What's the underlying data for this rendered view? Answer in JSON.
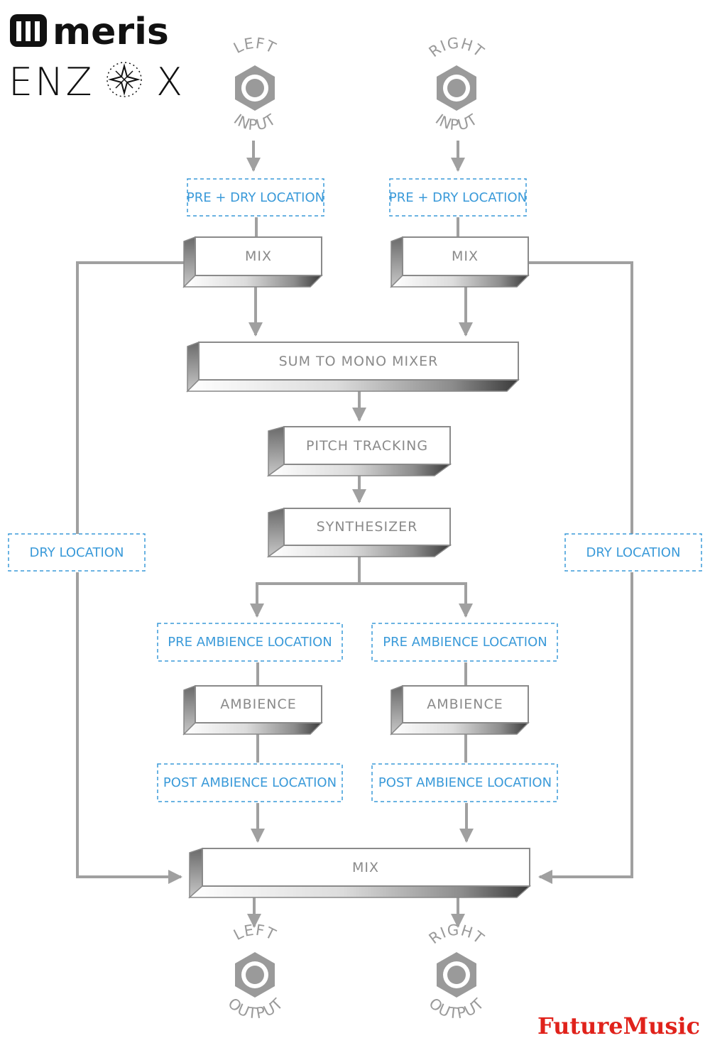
{
  "brand": {
    "logo_text": "meris",
    "product_text": "ENZO X",
    "product_pre": "ENZ",
    "product_post": "X"
  },
  "jacks": {
    "left_input_top": "LEFT",
    "left_input_bottom": "INPUT",
    "right_input_top": "RIGHT",
    "right_input_bottom": "INPUT",
    "left_output_top": "LEFT",
    "left_output_bottom": "OUTPUT",
    "right_output_top": "RIGHT",
    "right_output_bottom": "OUTPUT"
  },
  "locations": {
    "pre_dry_left": "PRE + DRY LOCATION",
    "pre_dry_right": "PRE + DRY LOCATION",
    "dry_left": "DRY LOCATION",
    "dry_right": "DRY LOCATION",
    "pre_ambience_left": "PRE AMBIENCE LOCATION",
    "pre_ambience_right": "PRE AMBIENCE LOCATION",
    "post_ambience_left": "POST AMBIENCE LOCATION",
    "post_ambience_right": "POST AMBIENCE LOCATION"
  },
  "blocks": {
    "mix_left": "MIX",
    "mix_right": "MIX",
    "sum_to_mono": "SUM TO MONO MIXER",
    "pitch_tracking": "PITCH TRACKING",
    "synthesizer": "SYNTHESIZER",
    "ambience_left": "AMBIENCE",
    "ambience_right": "AMBIENCE",
    "mix_output": "MIX"
  },
  "watermark": "FutureMusic",
  "colors": {
    "location_blue": "#3a9ad9",
    "block_gray": "#8a8a8a",
    "connector_gray": "#a0a0a0",
    "watermark_red": "#e0221b"
  }
}
